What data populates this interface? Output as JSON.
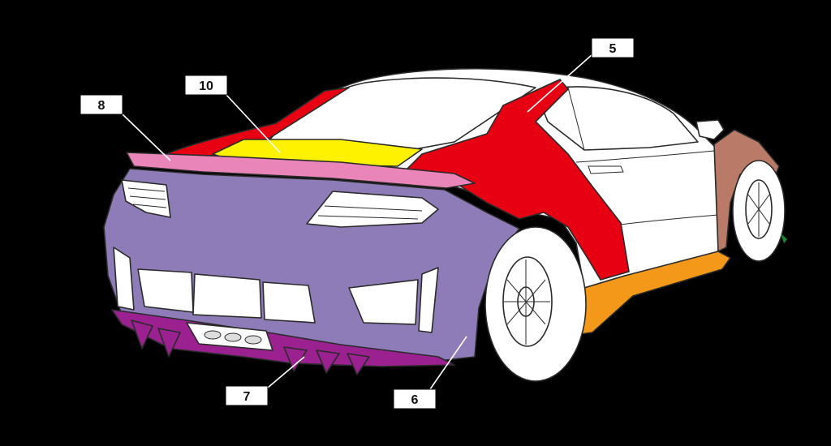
{
  "labels": [
    {
      "id": "label-5",
      "text": "5"
    },
    {
      "id": "label-6",
      "text": "6"
    },
    {
      "id": "label-7",
      "text": "7"
    },
    {
      "id": "label-8",
      "text": "8"
    },
    {
      "id": "label-10",
      "text": "10"
    }
  ],
  "colors": {
    "background": "#000000",
    "body": "#ffffff",
    "region_5": "#e60012",
    "region_6": "#8e7cb8",
    "region_7": "#9b2190",
    "region_8": "#e985b9",
    "region_10": "#fff200",
    "side_skirt": "#f39818",
    "front_fender": "#b97b68",
    "tire": "#ffffff"
  }
}
